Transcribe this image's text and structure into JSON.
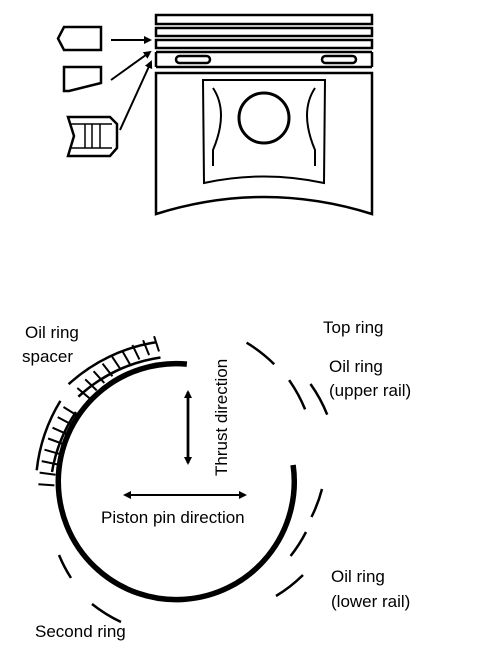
{
  "labels": {
    "oil_ring_spacer_line1": "Oil ring",
    "oil_ring_spacer_line2": "spacer",
    "top_ring": "Top ring",
    "oil_ring_upper_line1": "Oil ring",
    "oil_ring_upper_line2": "(upper rail)",
    "thrust_direction": "Thrust direction",
    "piston_pin_direction": "Piston pin direction",
    "oil_ring_lower_line1": "Oil ring",
    "oil_ring_lower_line2": "(lower rail)",
    "second_ring": "Second ring"
  },
  "colors": {
    "ink": "#000000",
    "paper": "#ffffff"
  }
}
